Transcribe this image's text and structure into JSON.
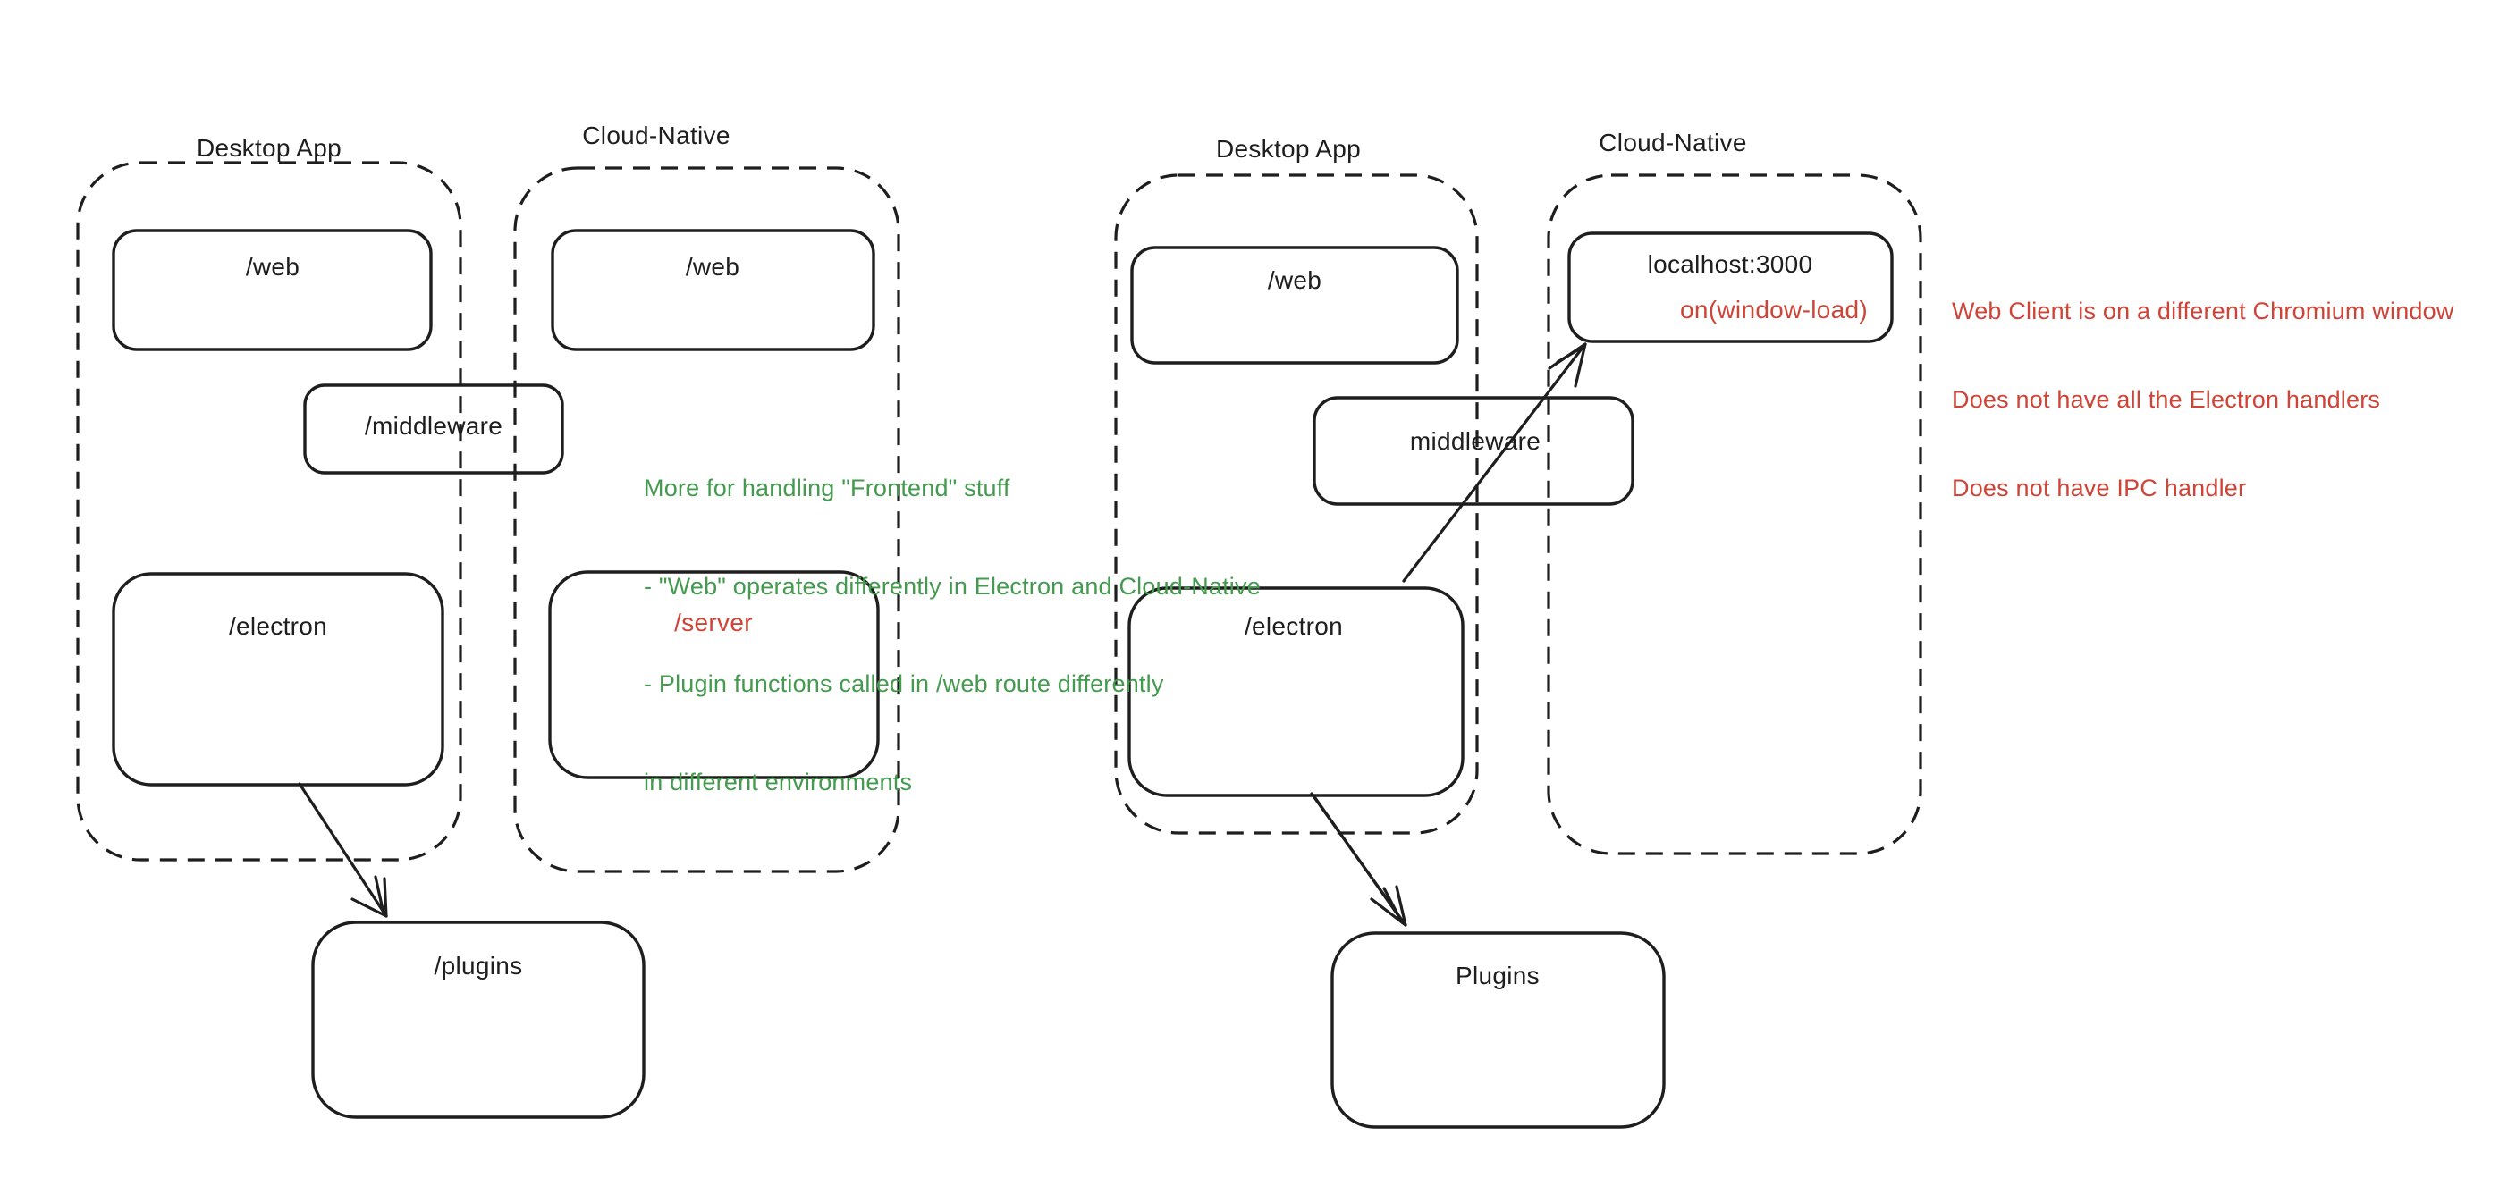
{
  "canvas": {
    "background": "#ffffff",
    "ink": "#1e1e1e",
    "green": "#449a4e",
    "red": "#cf4437"
  },
  "left": {
    "desktop": {
      "label": "Desktop App",
      "web": "/web",
      "electron": "/electron"
    },
    "cloud": {
      "label": "Cloud-Native",
      "web": "/web",
      "server": "/server"
    },
    "middleware": "/middleware",
    "plugins": "/plugins",
    "note": {
      "lines": [
        "More for handling \"Frontend\" stuff",
        "- \"Web\" operates differently in Electron and Cloud-Native",
        "- Plugin functions called in /web route differently",
        "in different environments"
      ]
    }
  },
  "right": {
    "desktop": {
      "label": "Desktop App",
      "web": "/web",
      "electron": "/electron"
    },
    "cloud": {
      "label": "Cloud-Native",
      "localhost": "localhost:3000",
      "on_window_load": "on(window-load)"
    },
    "middleware": "middleware",
    "plugins": "Plugins",
    "note": {
      "lines": [
        "Web Client is on a different Chromium window",
        "Does not have all the Electron handlers",
        "Does not have IPC handler"
      ]
    }
  }
}
